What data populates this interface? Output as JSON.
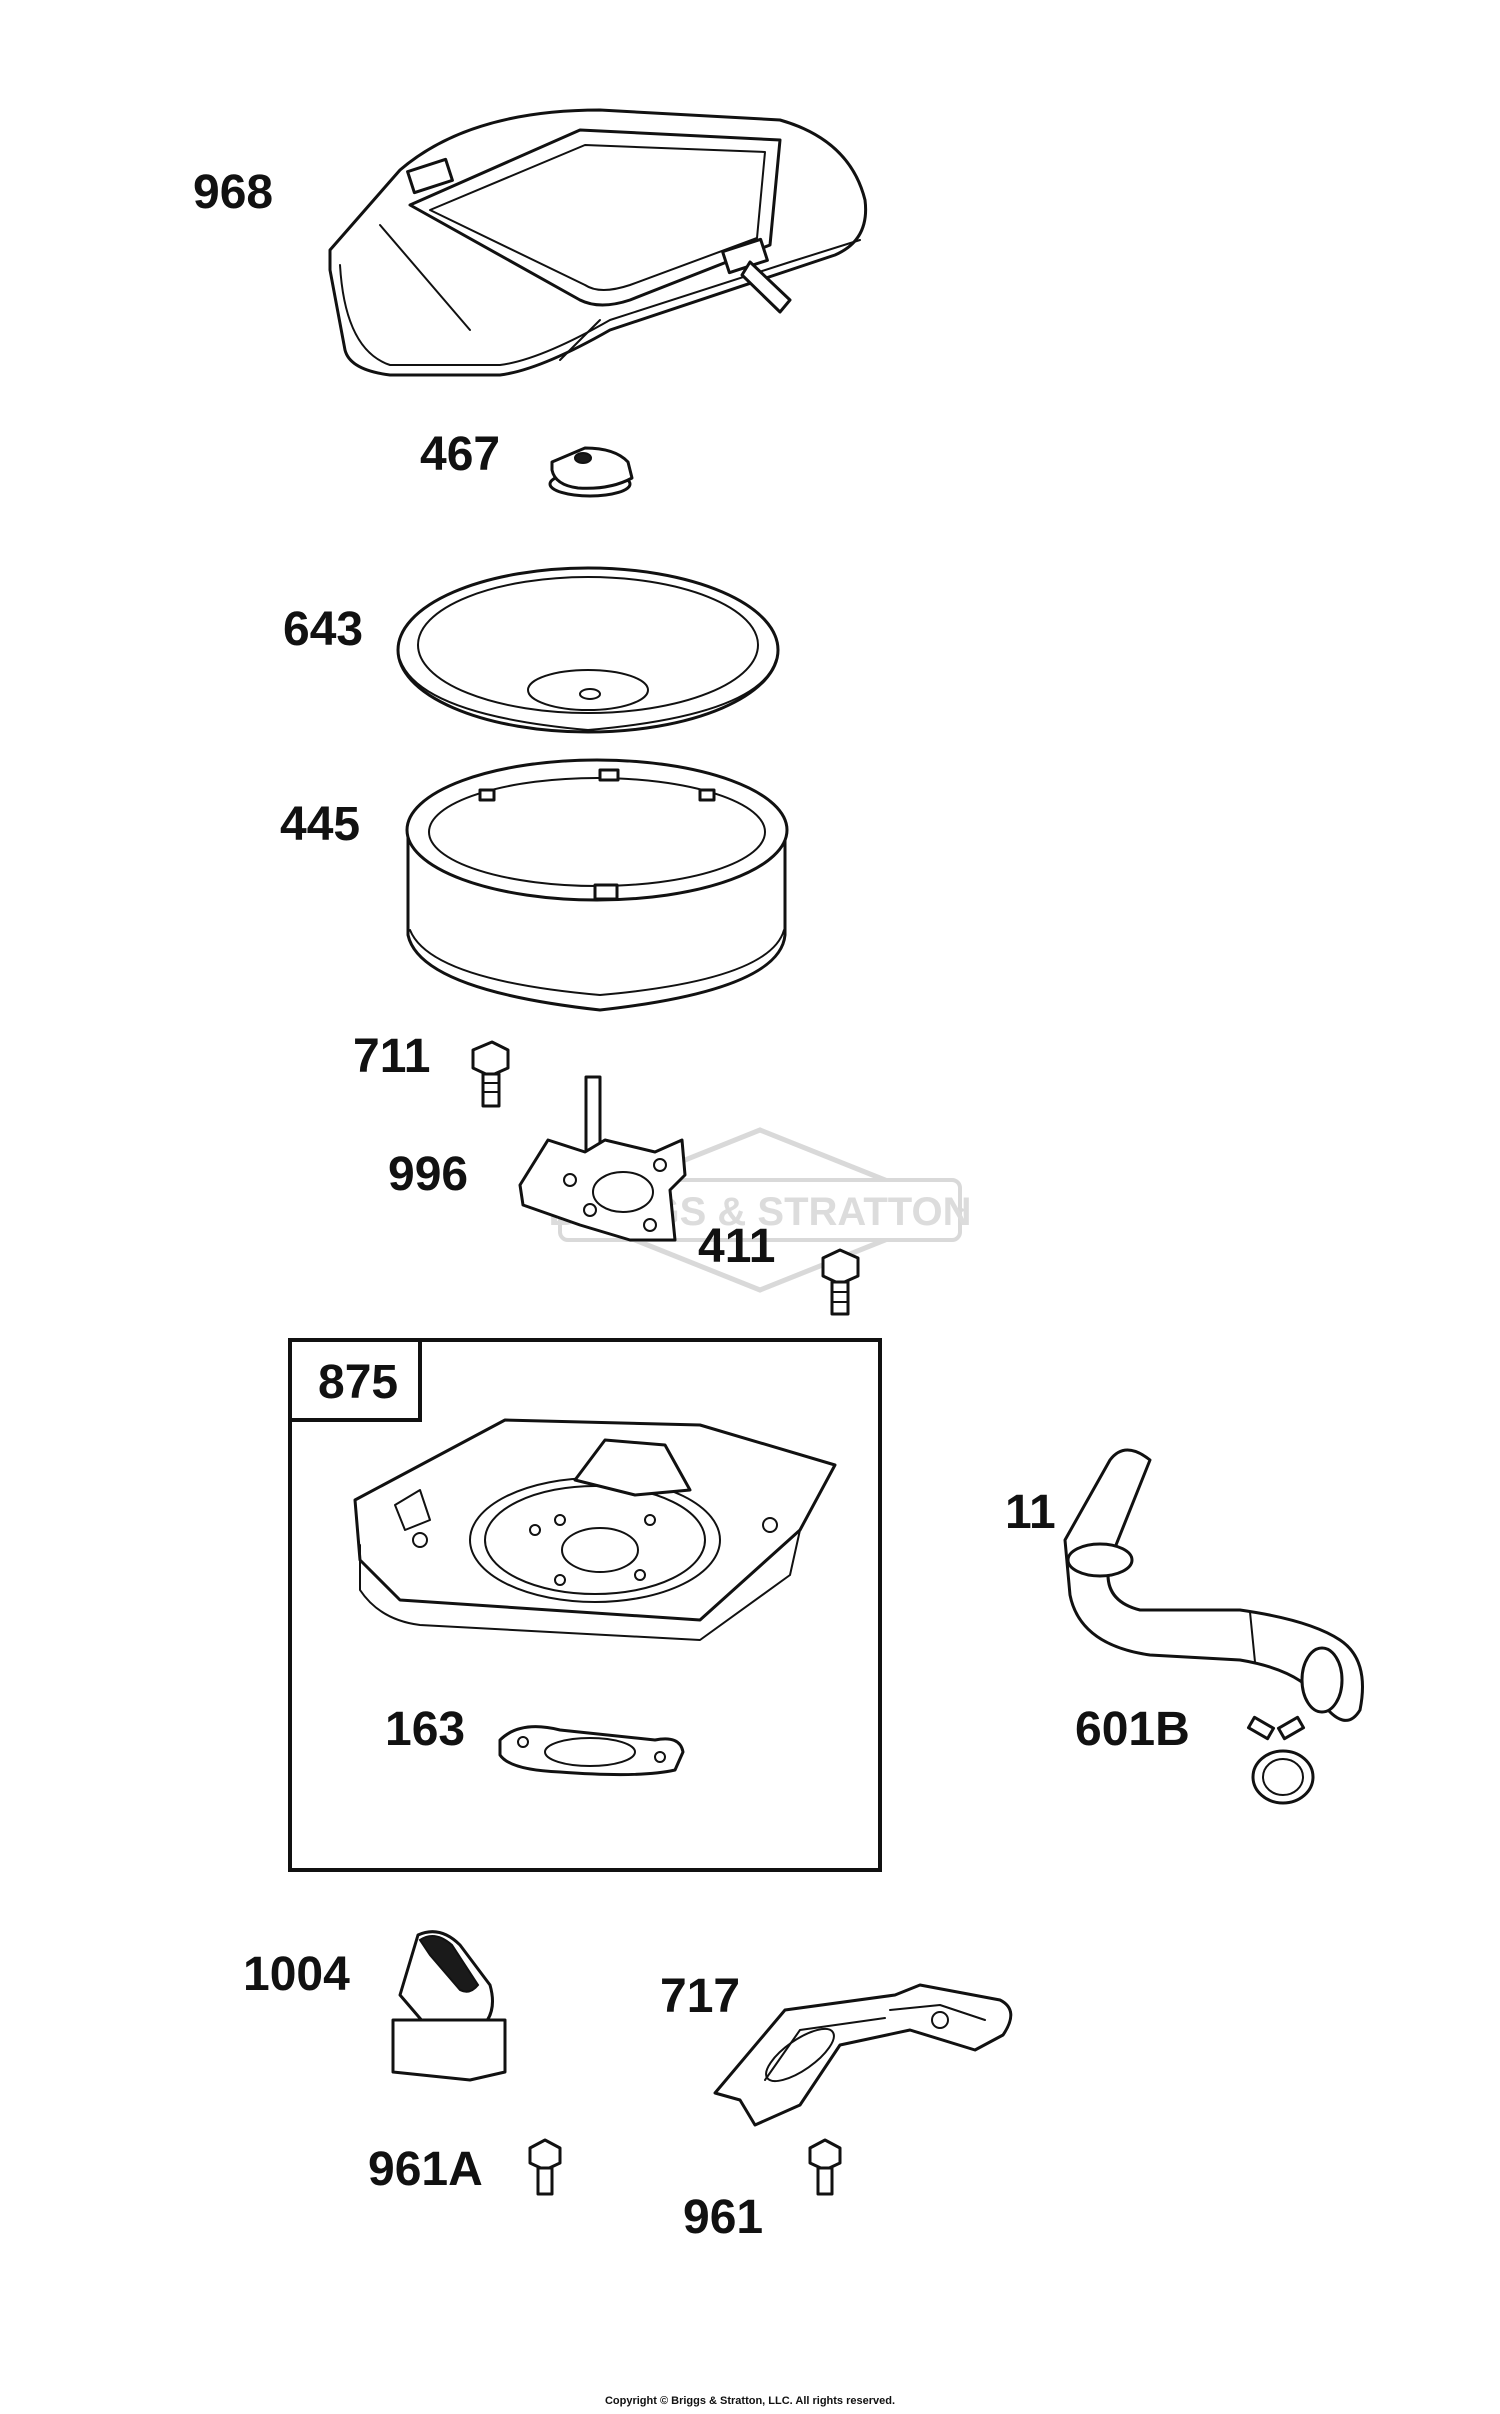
{
  "watermark": {
    "text": "BRIGGS & STRATTON"
  },
  "labels": {
    "p968": "968",
    "p467": "467",
    "p643": "643",
    "p445": "445",
    "p711": "711",
    "p996": "996",
    "p411": "411",
    "p875": "875",
    "p11": "11",
    "p163": "163",
    "p601B": "601B",
    "p1004": "1004",
    "p717": "717",
    "p961A": "961A",
    "p961": "961"
  },
  "footer": {
    "copyright": "Copyright © Briggs & Stratton, LLC. All rights reserved."
  }
}
